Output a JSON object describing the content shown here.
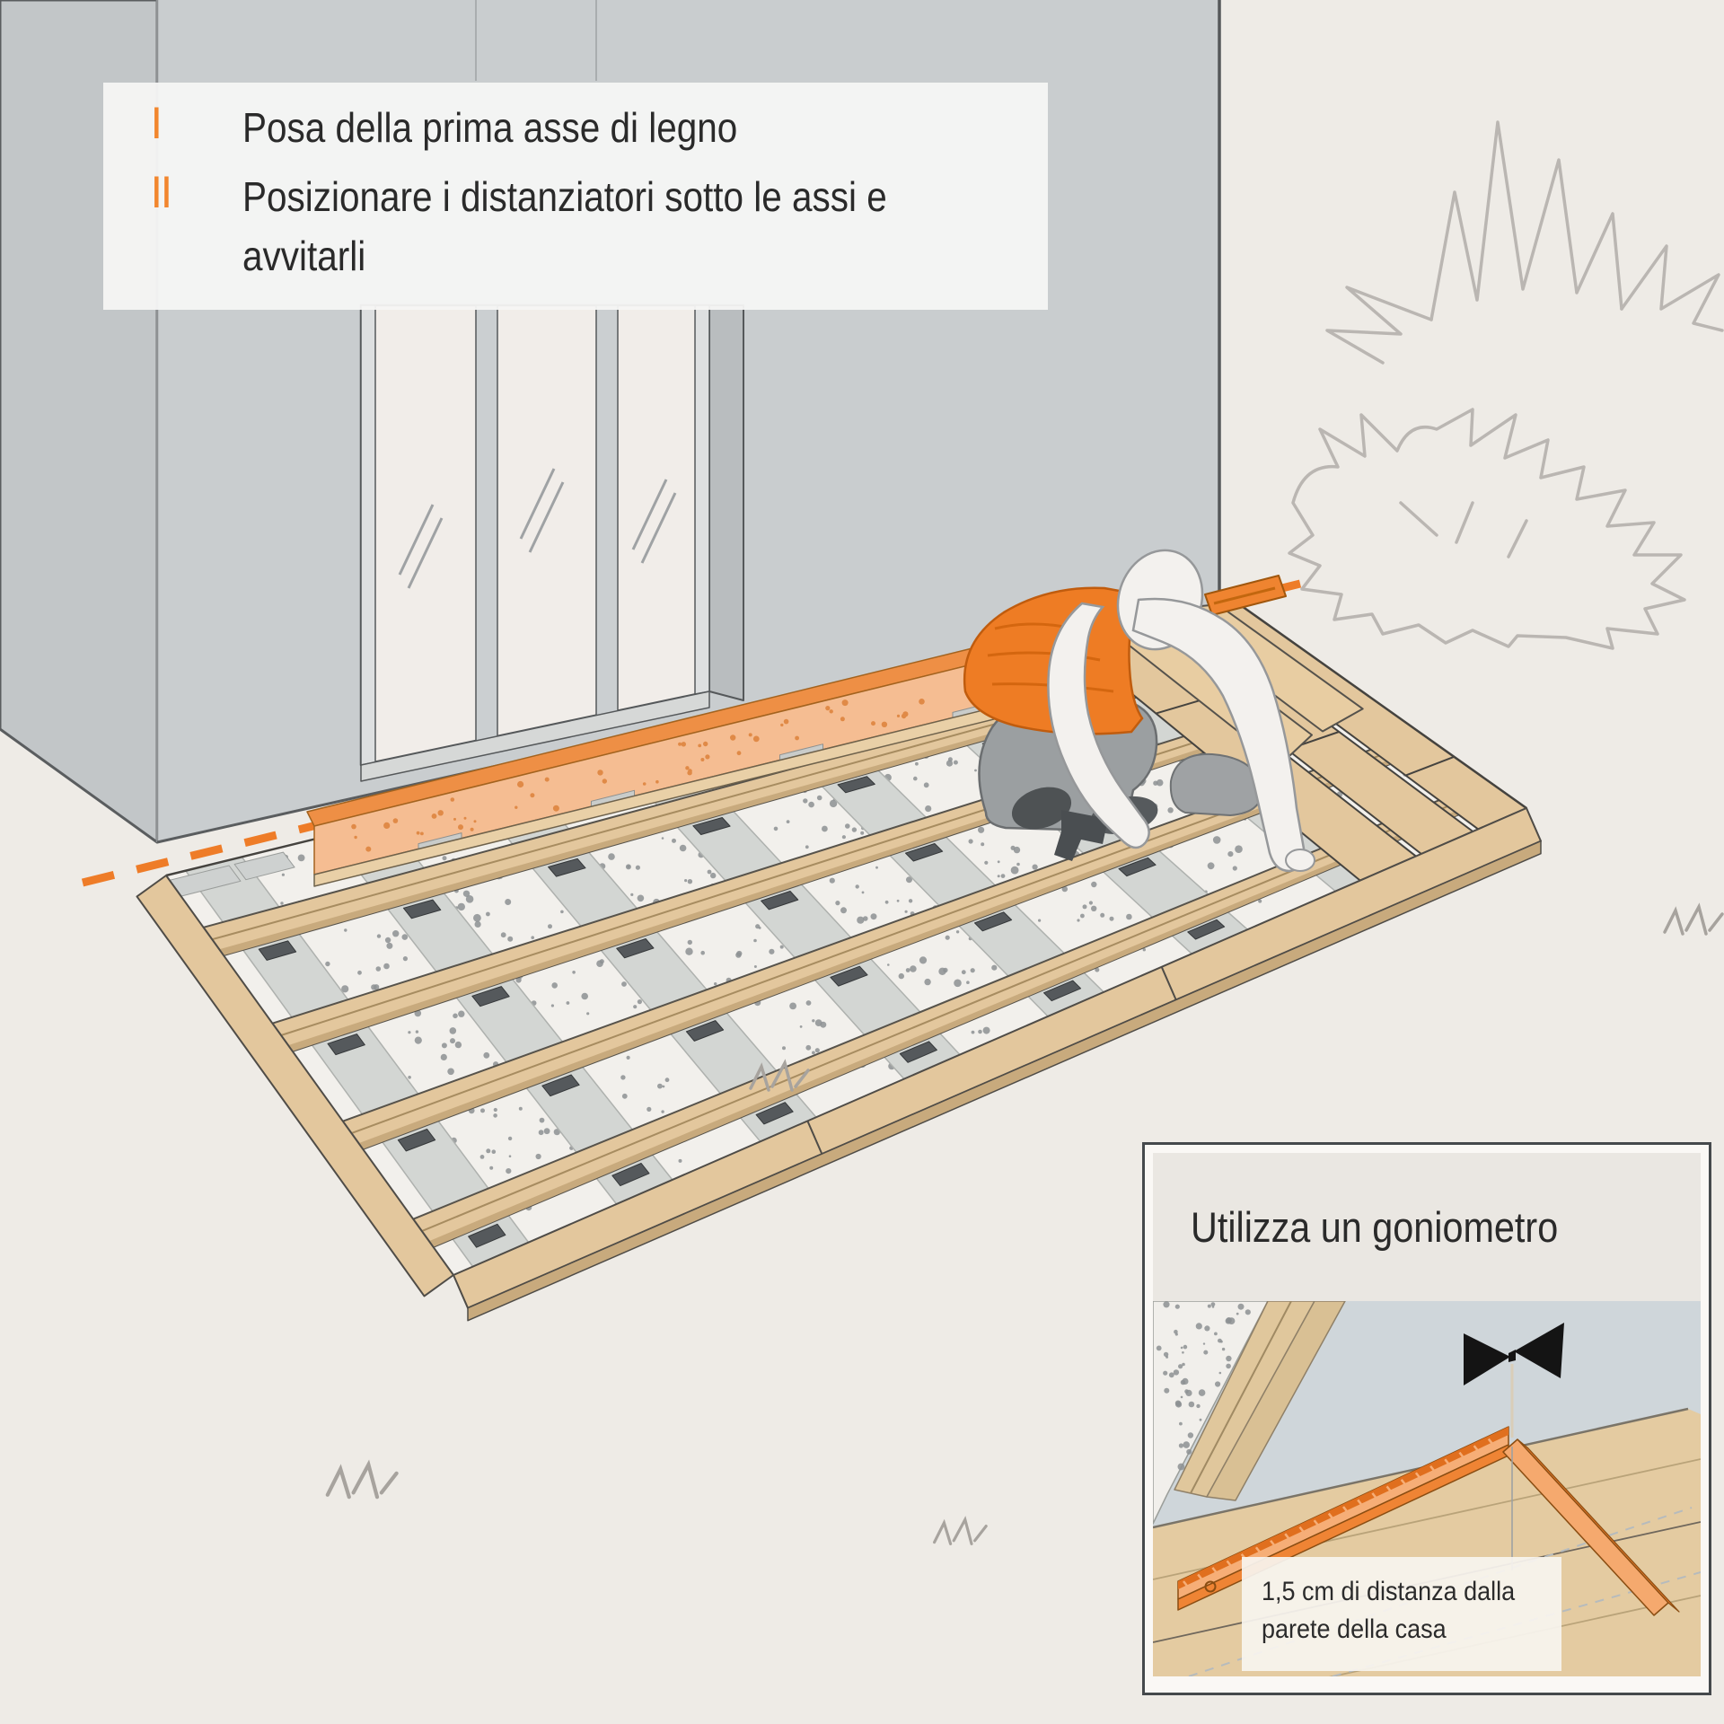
{
  "instructions": {
    "steps": [
      {
        "numeral": "I",
        "label": "Posa della prima asse di legno"
      },
      {
        "numeral": "II",
        "label": "Posizionare i distanziatori sotto le assi e avvitarli"
      }
    ]
  },
  "inset": {
    "title": "Utilizza un goniometro",
    "caption": {
      "line1": "1,5 cm di distanza dalla",
      "line2": "parete della casa"
    }
  },
  "icons": [
    {
      "name": "step-marker-i",
      "glyph": "I"
    },
    {
      "name": "step-marker-ii",
      "glyph": "II"
    },
    {
      "name": "plumb-marker-icon",
      "shape": "black bowtie with plumb line"
    },
    {
      "name": "angle-bracket-icon",
      "shape": "orange L-square on deck corner"
    }
  ],
  "colors": {
    "background": "#eeebe6",
    "wall": "#c9cdcf",
    "wall_side": "#c2c6c8",
    "wall_edge": "#55585a",
    "glass": "#f1ede9",
    "mullion": "#cbcfd1",
    "recess": "#b9bdbf",
    "glass_line": "#9fa2a4",
    "wood": "#e3c79d",
    "wood_dark": "#c8aa7d",
    "wood_line": "#a78c60",
    "outline": "#45433f",
    "gravel_base": "#f2f0ec",
    "speckle": "#8d9093",
    "concrete": "#d3d6d3",
    "concrete_edge": "#aeb1ae",
    "spacer": "#55595c",
    "pad": "#ced1d0",
    "accent": "#ee7c28",
    "board_orange": "#ee8f45",
    "board_face": "#f5bd92",
    "board_dot": "#e08a47",
    "clamp": "#ef8430",
    "vest": "#ee7c24",
    "vest_line": "#c05c0e",
    "skin": "#f3f1ee",
    "skin_line": "#96989a",
    "pants": "#9b9fa1",
    "pants_line": "#6b6e70",
    "shoe": "#4e5254",
    "sketch": "#bab6b2",
    "grass": "#a7a39e",
    "inset_bg": "#cfd6da",
    "inset_title_bg": "#eae7e2",
    "bracket_top": "#f6ae77",
    "bracket_face": "#ef8434",
    "bracket_dark": "#e06f1e",
    "bracket_line": "#8a4d12",
    "text": "#2a2a2a",
    "marker": "#f2862e"
  }
}
